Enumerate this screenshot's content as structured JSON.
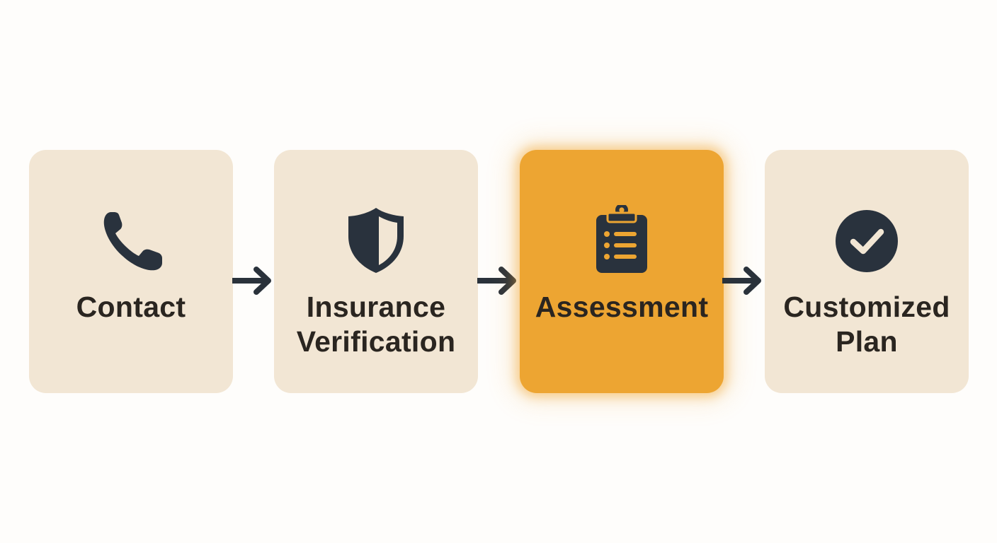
{
  "diagram": {
    "steps": [
      {
        "label": "Contact",
        "icon": "phone-icon",
        "active": false
      },
      {
        "label": "Insurance\nVerification",
        "icon": "shield-icon",
        "active": false
      },
      {
        "label": "Assessment",
        "icon": "clipboard-list-icon",
        "active": true
      },
      {
        "label": "Customized\nPlan",
        "icon": "check-circle-icon",
        "active": false
      }
    ],
    "colors": {
      "card": "#F2E6D4",
      "active_card": "#EDA532",
      "text": "#2A2520",
      "icon": "#29323D",
      "background": "#FEFDFB"
    }
  }
}
